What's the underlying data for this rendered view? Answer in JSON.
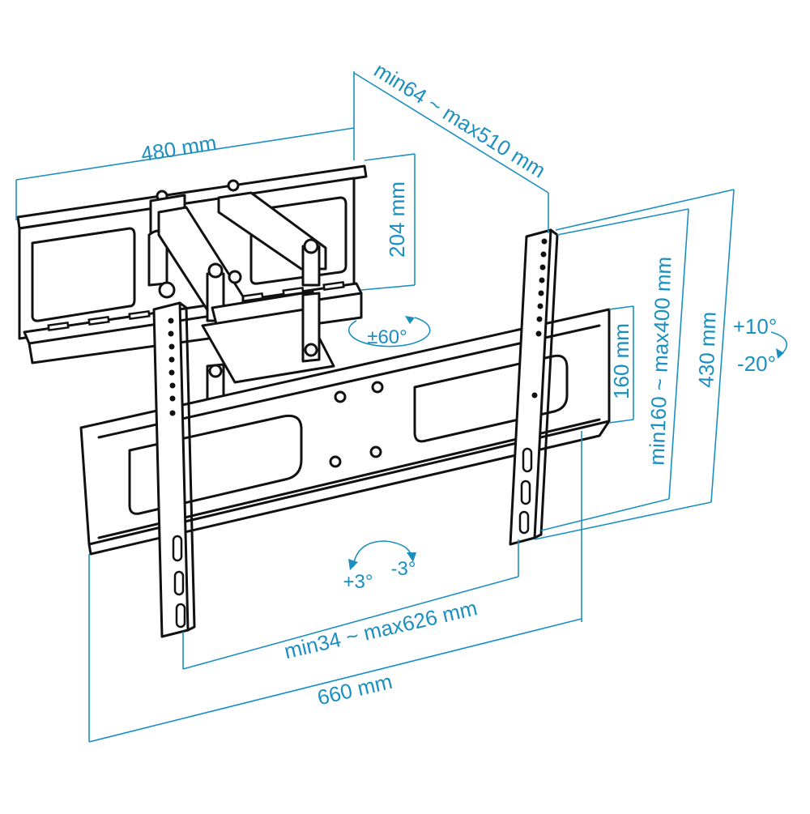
{
  "dimensions": {
    "wall_plate_width": "480 mm",
    "wall_plate_height": "204 mm",
    "extension": "min64 ~ max510 mm",
    "arm_height": "160 mm",
    "vesa_vertical": "min160 ~ max400 mm",
    "total_height": "430 mm",
    "vesa_horizontal": "min34 ~ max626 mm",
    "total_width": "660 mm"
  },
  "angles": {
    "swivel": "±60°",
    "tilt_up": "+10°",
    "tilt_down": "-20°",
    "rotate_plus": "+3°",
    "rotate_minus": "-3°"
  },
  "colors": {
    "dimension": "#1b8fc0",
    "line": "#111111"
  }
}
